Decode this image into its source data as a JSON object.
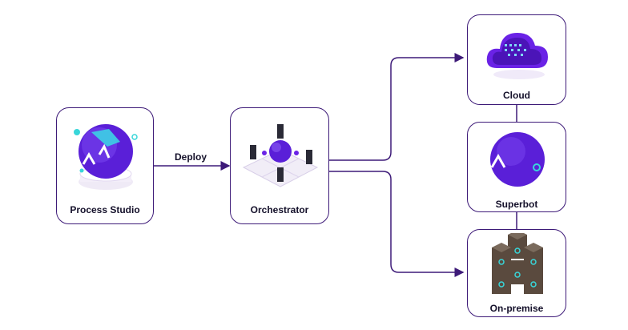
{
  "nodes": {
    "process_studio": {
      "label": "Process Studio"
    },
    "orchestrator": {
      "label": "Orchestrator"
    },
    "cloud": {
      "label": "Cloud"
    },
    "superbot": {
      "label": "Superbot"
    },
    "on_premise": {
      "label": "On-premise"
    }
  },
  "edges": {
    "deploy": {
      "label": "Deploy"
    }
  },
  "colors": {
    "stroke": "#3d1a78",
    "accent": "#6a22e6",
    "cyan": "#38d6d9"
  }
}
